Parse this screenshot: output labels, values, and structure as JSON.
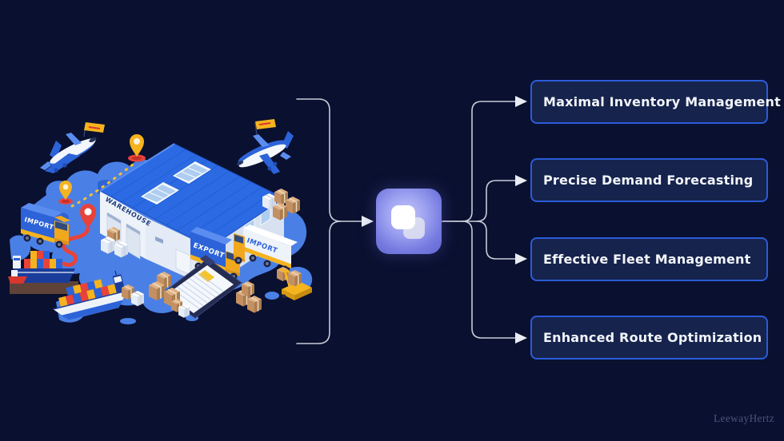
{
  "page": {
    "background": "#0a102f",
    "watermark": "LeewayHertz"
  },
  "colors": {
    "map_blue": "#4a80e6",
    "roof_blue": "#2b6ae3",
    "truck_blue": "#2d63d8",
    "accent_yellow": "#f5b31e",
    "accent_red": "#e8433a",
    "node_border_blue": "#2b5cd8",
    "node_fill": "#16234d",
    "connector_gray": "#c7ccd8",
    "hub_purple": "#7d82e4"
  },
  "hub": {
    "icon": "copy-icon"
  },
  "outcomes": [
    {
      "label": "Maximal Inventory Management"
    },
    {
      "label": "Precise Demand Forecasting"
    },
    {
      "label": "Effective Fleet Management"
    },
    {
      "label": "Enhanced Route Optimization"
    }
  ],
  "illustration": {
    "warehouse_label": "WAREHOUSE",
    "truck_left_label": "IMPORT",
    "truck_export_label": "EXPORT",
    "truck_right_label": "IMPORT"
  }
}
